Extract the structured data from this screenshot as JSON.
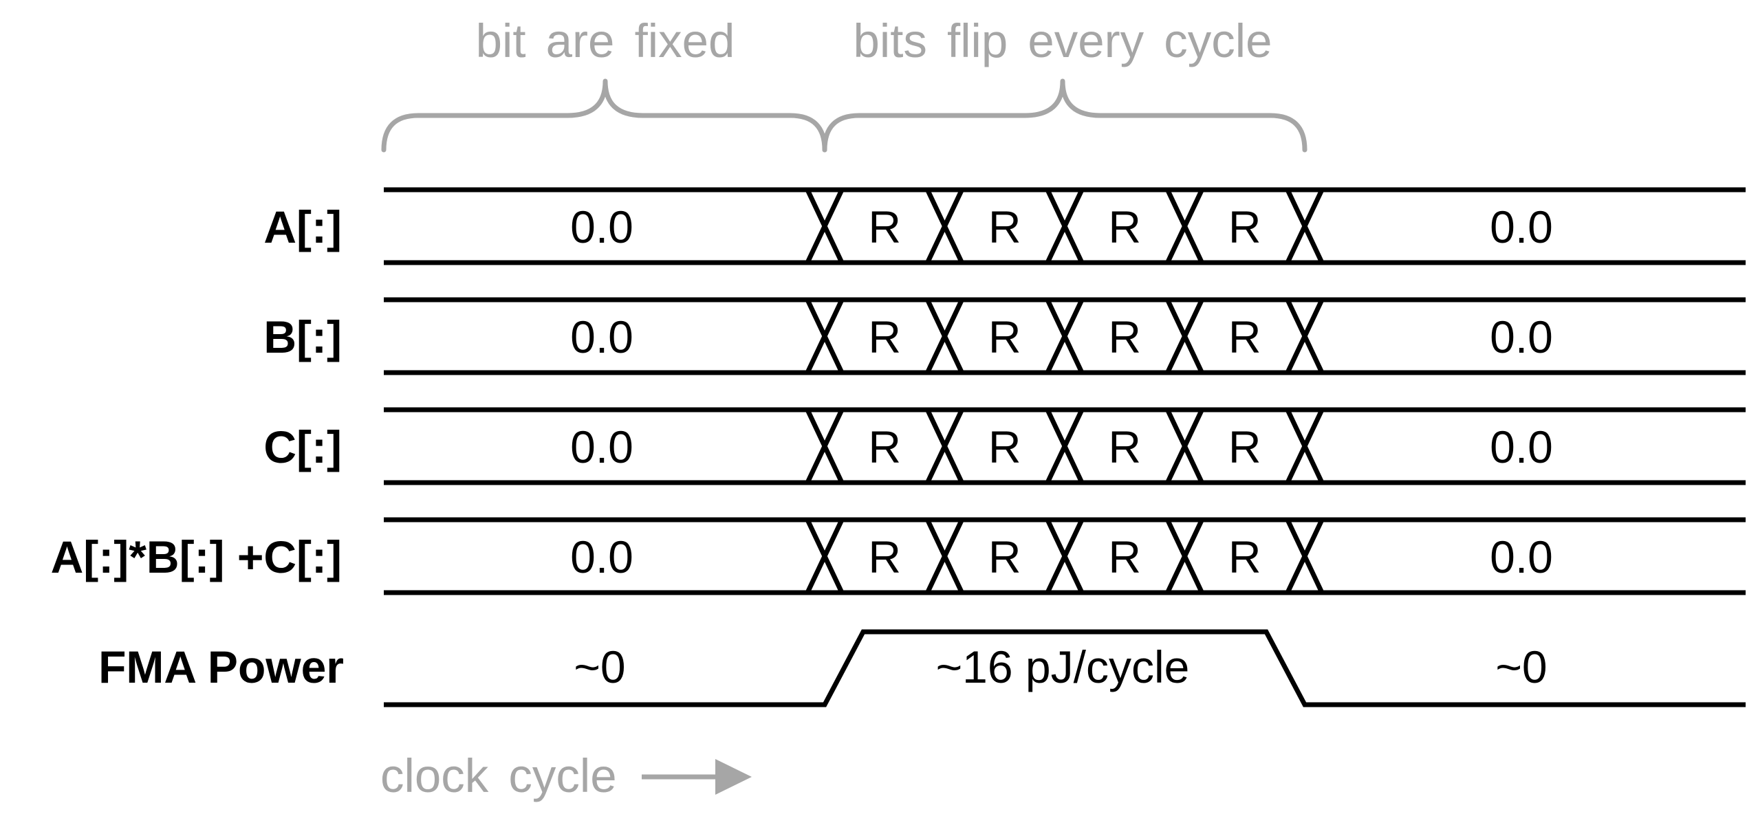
{
  "annotations": {
    "fixed_phase": "bit are fixed",
    "flip_phase": "bits flip every cycle",
    "clock_axis": "clock cycle"
  },
  "signals": [
    {
      "label": "A[:]",
      "before": "0.0",
      "cycles": [
        "R",
        "R",
        "R",
        "R"
      ],
      "after": "0.0"
    },
    {
      "label": "B[:]",
      "before": "0.0",
      "cycles": [
        "R",
        "R",
        "R",
        "R"
      ],
      "after": "0.0"
    },
    {
      "label": "C[:]",
      "before": "0.0",
      "cycles": [
        "R",
        "R",
        "R",
        "R"
      ],
      "after": "0.0"
    },
    {
      "label": "A[:]*B[:] +C[:]",
      "before": "0.0",
      "cycles": [
        "R",
        "R",
        "R",
        "R"
      ],
      "after": "0.0"
    }
  ],
  "power": {
    "label": "FMA Power",
    "before": "~0",
    "active": "~16 pJ/cycle",
    "after": "~0"
  },
  "colors": {
    "annotation": "#a6a6a6",
    "waveform": "#000000"
  }
}
